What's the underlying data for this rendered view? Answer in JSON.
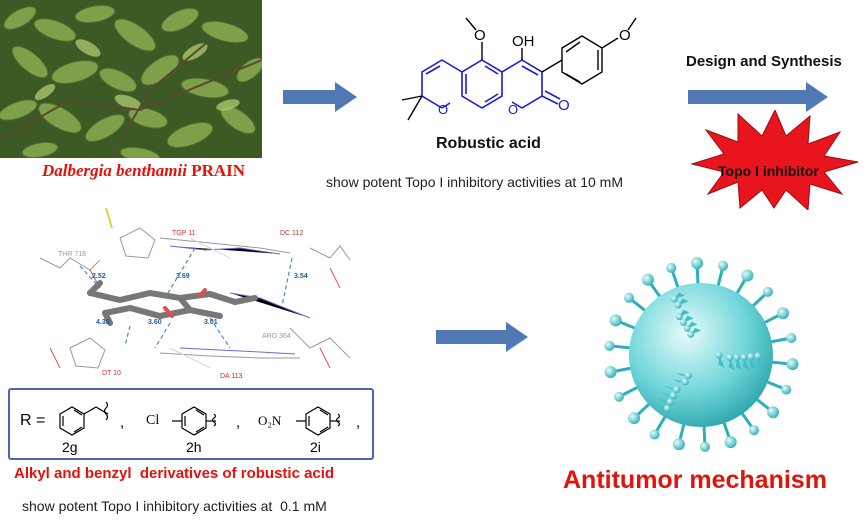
{
  "plant": {
    "caption_species": "Dalbergia benthamii",
    "caption_author": "PRAIN"
  },
  "molecule": {
    "name": "Robustic acid",
    "activity_note": "show potent Topo I inhibitory activities at 10 mM",
    "labels": {
      "oh": "OH",
      "carbonyl_o": "O",
      "ring_o1": "O",
      "ring_o2": "O"
    }
  },
  "design": {
    "title": "Design and Synthesis",
    "burst_label": "Topo I inhibitor"
  },
  "docking": {
    "residues": [
      "THR 718",
      "TGP 11",
      "DC 112",
      "ARG 364",
      "DT 10",
      "DA 113"
    ],
    "distances": [
      "2.52",
      "3.69",
      "3.54",
      "4.38",
      "3.60",
      "3.01"
    ]
  },
  "substituents": {
    "r_prefix": "R =",
    "items": [
      {
        "code": "2g",
        "prefix": ""
      },
      {
        "code": "2h",
        "prefix": "Cl"
      },
      {
        "code": "2i",
        "prefix": "O₂N"
      }
    ],
    "separator": ","
  },
  "derivatives": {
    "title": "Alkyl and benzyl  derivatives of robustic acid",
    "activity_note": "show potent Topo I inhibitory activities at  0.1 mM"
  },
  "mechanism": {
    "title": "Antitumor mechanism"
  },
  "colors": {
    "arrow": "#4f78b4",
    "red": "#e3120b",
    "blue": "#1a1ad8",
    "burst": "#e8141e",
    "cell": "#48c6cc"
  }
}
